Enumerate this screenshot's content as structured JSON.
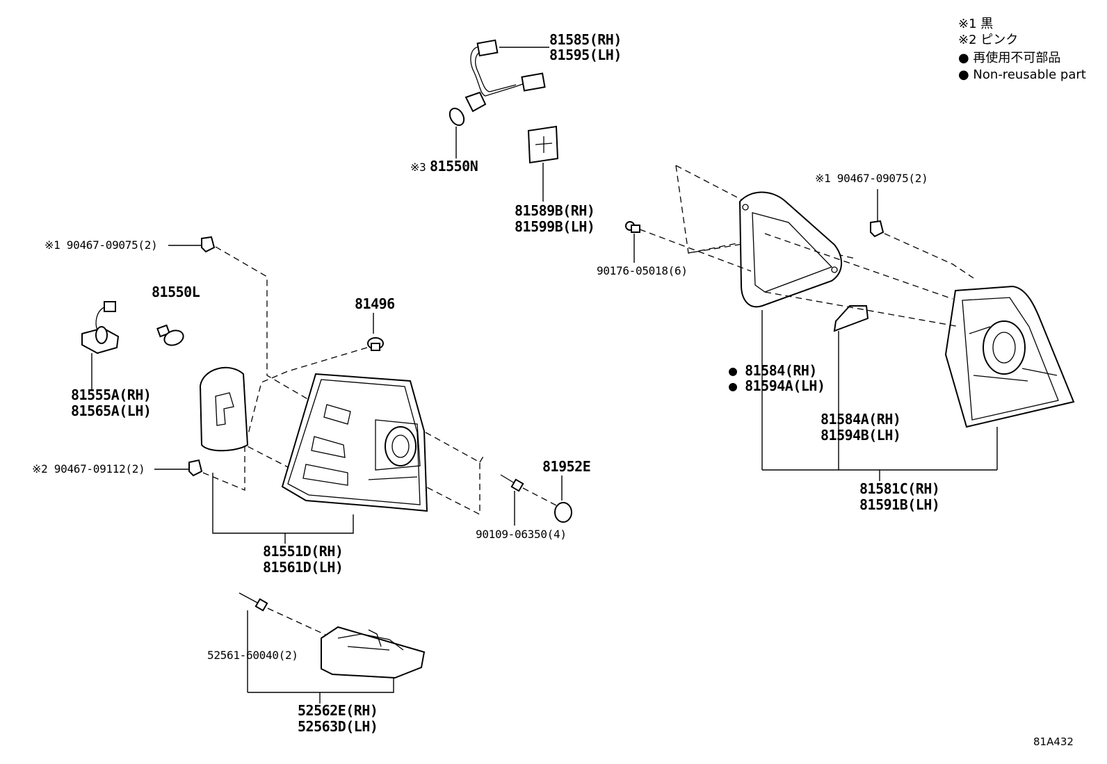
{
  "legend": {
    "note1": "※1 黒",
    "note2": "※2 ピンク",
    "nonreusable_jp": "● 再使用不可部品",
    "nonreusable_en": "● Non-reusable part"
  },
  "figure_id": "81A432",
  "labels": {
    "p81585": "81585(RH)",
    "p81595": "81595(LH)",
    "p81550N_mark": "※3",
    "p81550N": "81550N",
    "p81589B": "81589B(RH)",
    "p81599B": "81599B(LH)",
    "clip_left_top": "※1 90467-09075(2)",
    "p81550L": "81550L",
    "p81496": "81496",
    "p81555A": "81555A(RH)",
    "p81565A": "81565A(LH)",
    "clip_left_pink": "※2 90467-09112(2)",
    "p81952E": "81952E",
    "screw_90109": "90109-06350(4)",
    "p81551D": "81551D(RH)",
    "p81561D": "81561D(LH)",
    "screw_52561": "52561-60040(2)",
    "p52562E": "52562E(RH)",
    "p52563D": "52563D(LH)",
    "clip_right_top": "※1 90467-09075(2)",
    "screw_90176": "90176-05018(6)",
    "p81584": "● 81584(RH)",
    "p81594A": "● 81594A(LH)",
    "p81584A": "81584A(RH)",
    "p81594B": "81594B(LH)",
    "p81581C": "81581C(RH)",
    "p81591B": "81591B(LH)"
  }
}
